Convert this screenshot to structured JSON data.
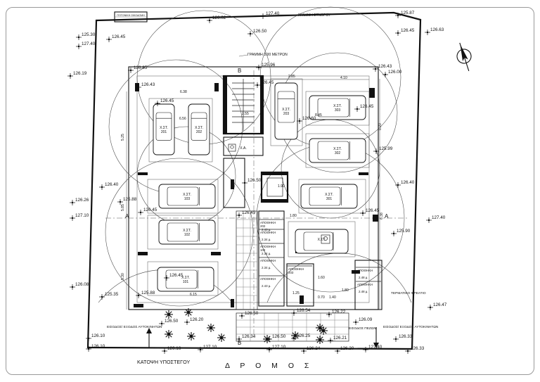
{
  "labels": {
    "neighbor": "ΓΕΙΤΟΝΙΚΗ ΟΙΚΟΔΟΜΗ",
    "north_line": "ΓΡΑΜΜΗ ΣΤΝΟΡΟΥ",
    "line_3m": "ΓΡΑΜΜΗ 3.00 ΜΕΤΡΩΝ",
    "plan_title": "ΚΑΤΟΨΗ ΥΠΟΣΤΕΓΟΥ",
    "road": "Δ Ρ Ο Μ Ο Σ",
    "entry_left": "ΕΙΣΟΔΟΣ/ ΕΞΟΔΟΣ ΑΥΤΟΚΙΝΗΤΩΝ",
    "entry_right": "ΕΙΣΟΔΟΣ/ ΕΞΟΔΟΣ ΑΥΤΟΚΙΝΗΤΩΝ",
    "pedestrian": "ΕΙΣΟΔΟΣ ΠΕΖΩΝ",
    "terminal": "ΤΕΡΜΑΤΙΚΟ ΦΡΕΑΤΙΟ",
    "wc": "Χ.Α.",
    "section_a": "A",
    "section_b": "B"
  },
  "cars": [
    {
      "label": "Χ.ΣΤ.",
      "num": "201"
    },
    {
      "label": "Χ.ΣΤ.",
      "num": "202"
    },
    {
      "label": "Χ.ΣΤ.",
      "num": "203"
    },
    {
      "label": "Χ.ΣΤ.",
      "num": "303"
    },
    {
      "label": "Χ.ΣΤ.",
      "num": "302"
    },
    {
      "label": "Χ.ΣΤ.",
      "num": "103"
    },
    {
      "label": "Χ.ΣΤ.",
      "num": "301"
    },
    {
      "label": "Χ.ΣΤ.",
      "num": "102"
    },
    {
      "label": "Χ.ΣΤ.",
      "num": "101"
    },
    {
      "label": "Χ.ΣΤ.",
      "num": ""
    }
  ],
  "storage": [
    {
      "label": "ΑΠΟΘΗΚΗ",
      "num": "202",
      "area": "2.43 μ."
    },
    {
      "label": "ΑΠΟΘΗΚΗ",
      "num": "",
      "area": "2.34 μ."
    },
    {
      "label": "ΑΠΟΘΗΚΗ",
      "num": "102",
      "area": "2.34 μ."
    },
    {
      "label": "ΑΠΟΘΗΚΗ",
      "num": "",
      "area": "2.34 μ."
    },
    {
      "label": "ΑΠΟΘΗΚΗ",
      "num": "",
      "area": "2.43 μ."
    },
    {
      "label": "ΑΠΟΘΗΚΗ",
      "num": "203",
      "area": ""
    },
    {
      "label": "ΑΠΟΘΗΚΗ",
      "num": "",
      "area": "2.48 μ."
    },
    {
      "label": "ΑΠΟΘΗΚΗ",
      "num": "",
      "area": "2.48 μ."
    }
  ],
  "levels": [
    "125.87",
    "127.40",
    "126.02",
    "126.63",
    "126.45",
    "125.30",
    "127.40",
    "126.45",
    "126.50",
    "126.19",
    "126.85",
    "125.96",
    "126.43",
    "126.00",
    "126.43",
    "126.45",
    "126.45",
    "125.99",
    "126.40",
    "126.26",
    "125.88",
    "126.50",
    "126.40",
    "127.10",
    "126.45",
    "126.49",
    "126.45",
    "127.40",
    "125.90",
    "126.08",
    "125.35",
    "125.88",
    "126.45",
    "126.47",
    "126.54",
    "126.50",
    "126.20",
    "126.22",
    "126.50",
    "126.10",
    "126.34",
    "126.50",
    "126.25",
    "126.21",
    "126.33",
    "126.10",
    "126.16",
    "127.10",
    "127.10",
    "126.24",
    "126.20",
    "127.40",
    "126.33",
    "126.60",
    "126.09",
    "126.45"
  ],
  "dims": [
    "5.25",
    "5.85",
    "5.30",
    "6.56",
    "6.38",
    "6.15",
    "4.10",
    "2.85",
    "8.45",
    "1.80",
    "1.90",
    "2.55",
    "1.60",
    "1.40",
    "1.25",
    "1.80",
    "0.70",
    "6.20",
    "6.38"
  ]
}
